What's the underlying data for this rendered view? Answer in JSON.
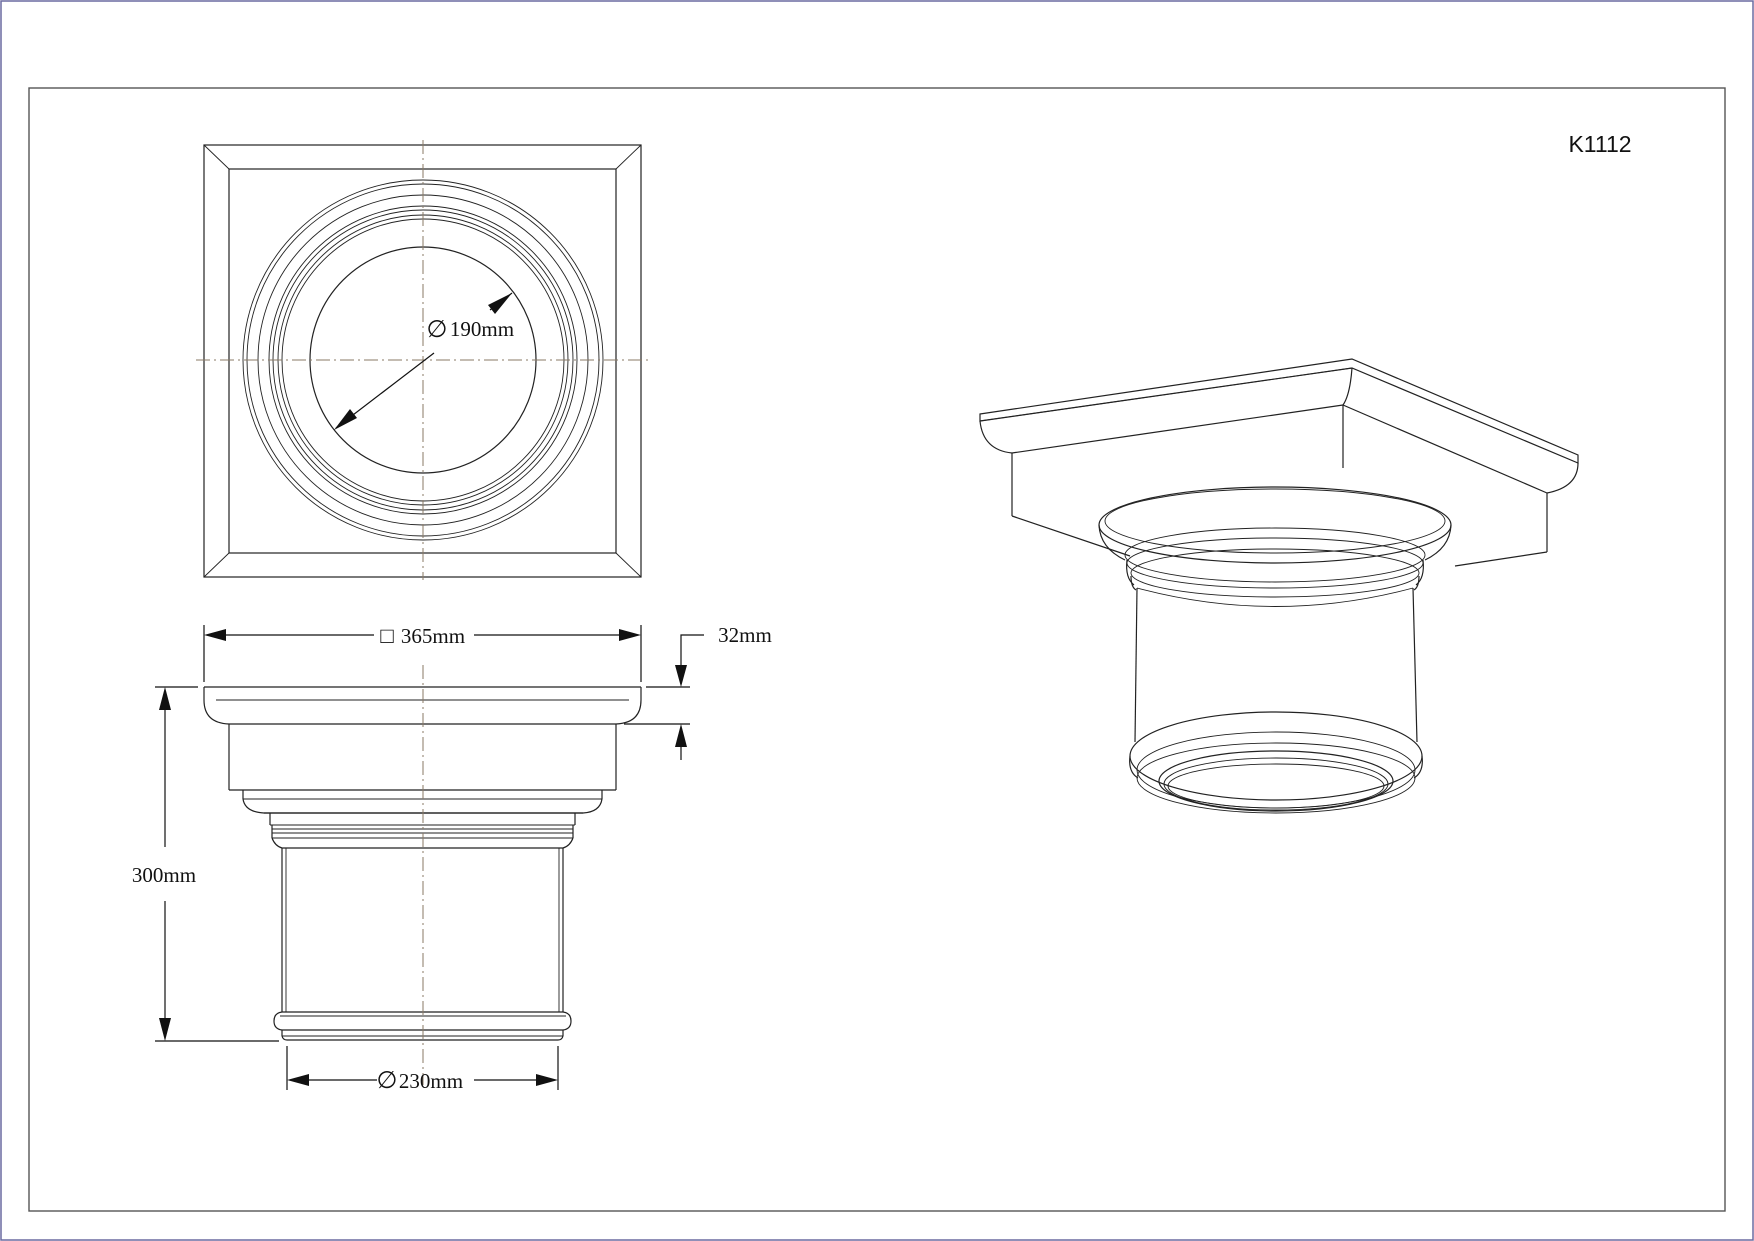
{
  "drawing": {
    "part_code": "K1112",
    "dimensions": {
      "inner_diameter": "190mm",
      "plinth_width": "365mm",
      "abacus_height": "32mm",
      "total_height": "300mm",
      "base_diameter": "230mm"
    },
    "symbols": {
      "diameter": "∅",
      "square": "□"
    }
  }
}
